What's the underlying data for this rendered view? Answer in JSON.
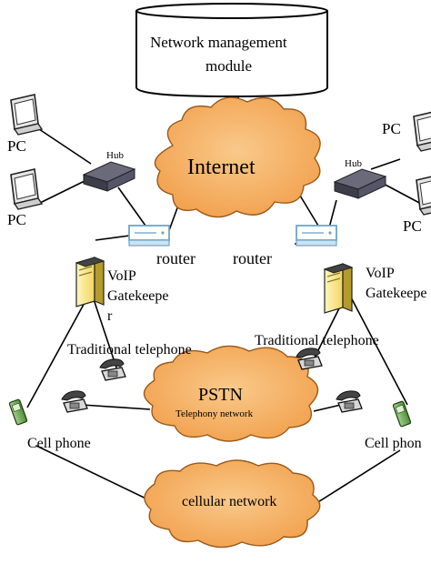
{
  "database": {
    "line1": "Network management",
    "line2": "module"
  },
  "clouds": {
    "internet": "Internet",
    "pstn": "PSTN",
    "pstn_sub": "Telephony network",
    "cellular": "cellular network"
  },
  "left": {
    "pc_top": "PC",
    "pc_bottom": "PC",
    "hub": "Hub",
    "router": "router",
    "voip_line1": "VoIP",
    "voip_line2": "Gatekeepe",
    "voip_line3": "r",
    "telephone": "Traditional telephone",
    "cell_phone": "Cell phone"
  },
  "right": {
    "pc_top": "PC",
    "pc_bottom": "PC",
    "hub": "Hub",
    "router": "router",
    "voip_line1": "VoIP",
    "voip_line2": "Gatekeepe",
    "telephone": "Traditional telephone",
    "cell_phone": "Cell phon"
  }
}
